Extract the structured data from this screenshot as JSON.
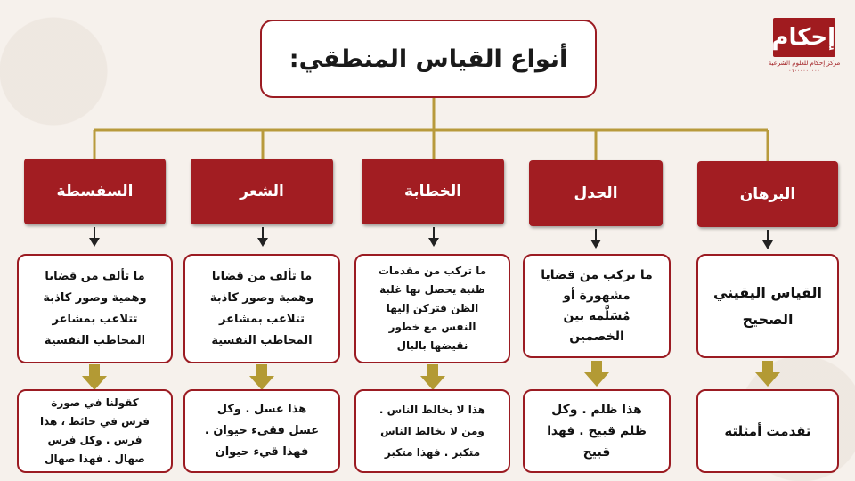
{
  "title": "أنواع القياس المنطقي:",
  "logo": {
    "mark": "إحكام",
    "subtitle": "مركز إحكام للعلوم الشرعية",
    "phone": "٠١٠٠٠٠٠٠٠٠٠"
  },
  "columns": [
    {
      "id": "burhan",
      "header": "البرهان",
      "definition": [
        "القياس اليقيني",
        "الصحيح"
      ],
      "example": [
        "تقدمت أمثلته"
      ]
    },
    {
      "id": "jadal",
      "header": "الجدل",
      "definition": [
        "ما تركب من قضايا",
        "مشهورة أو",
        "مُسَلَّمة بين",
        "الخصمين"
      ],
      "example": [
        "هذا ظلم . وكل",
        "ظلم قبيح . فهذا",
        "قبيح"
      ]
    },
    {
      "id": "khataba",
      "header": "الخطابة",
      "definition": [
        "ما تركب من مقدمات",
        "ظنية يحصل بها غلبة",
        "الظن فتركن إليها",
        "النفس مع خطور",
        "نقيضها بالبال"
      ],
      "example": [
        "هذا لا يخالط الناس .",
        "ومن لا يخالط الناس",
        "متكبر . فهذا متكبر"
      ]
    },
    {
      "id": "shir",
      "header": "الشعر",
      "definition": [
        "ما تألف من قضايا",
        "وهمية وصور كاذبة",
        "تتلاعب بمشاعر",
        "المخاطب النفسية"
      ],
      "example": [
        "هذا عسل . وكل",
        "عسل فقيء حيوان .",
        "فهذا قيء حيوان"
      ]
    },
    {
      "id": "safsata",
      "header": "السفسطة",
      "definition": [
        "ما تألف من قضايا",
        "وهمية وصور كاذبة",
        "تتلاعب بمشاعر",
        "المخاطب النفسية"
      ],
      "example": [
        "كقولنا في صورة",
        "فرس في حائط ، هذا",
        "فرس . وكل فرس",
        "صهال . فهذا صهال"
      ]
    }
  ],
  "colors": {
    "header_bg": "#a21d22",
    "border": "#9b1b22",
    "connector": "#b89a3c",
    "arrow": "#b39a34"
  }
}
